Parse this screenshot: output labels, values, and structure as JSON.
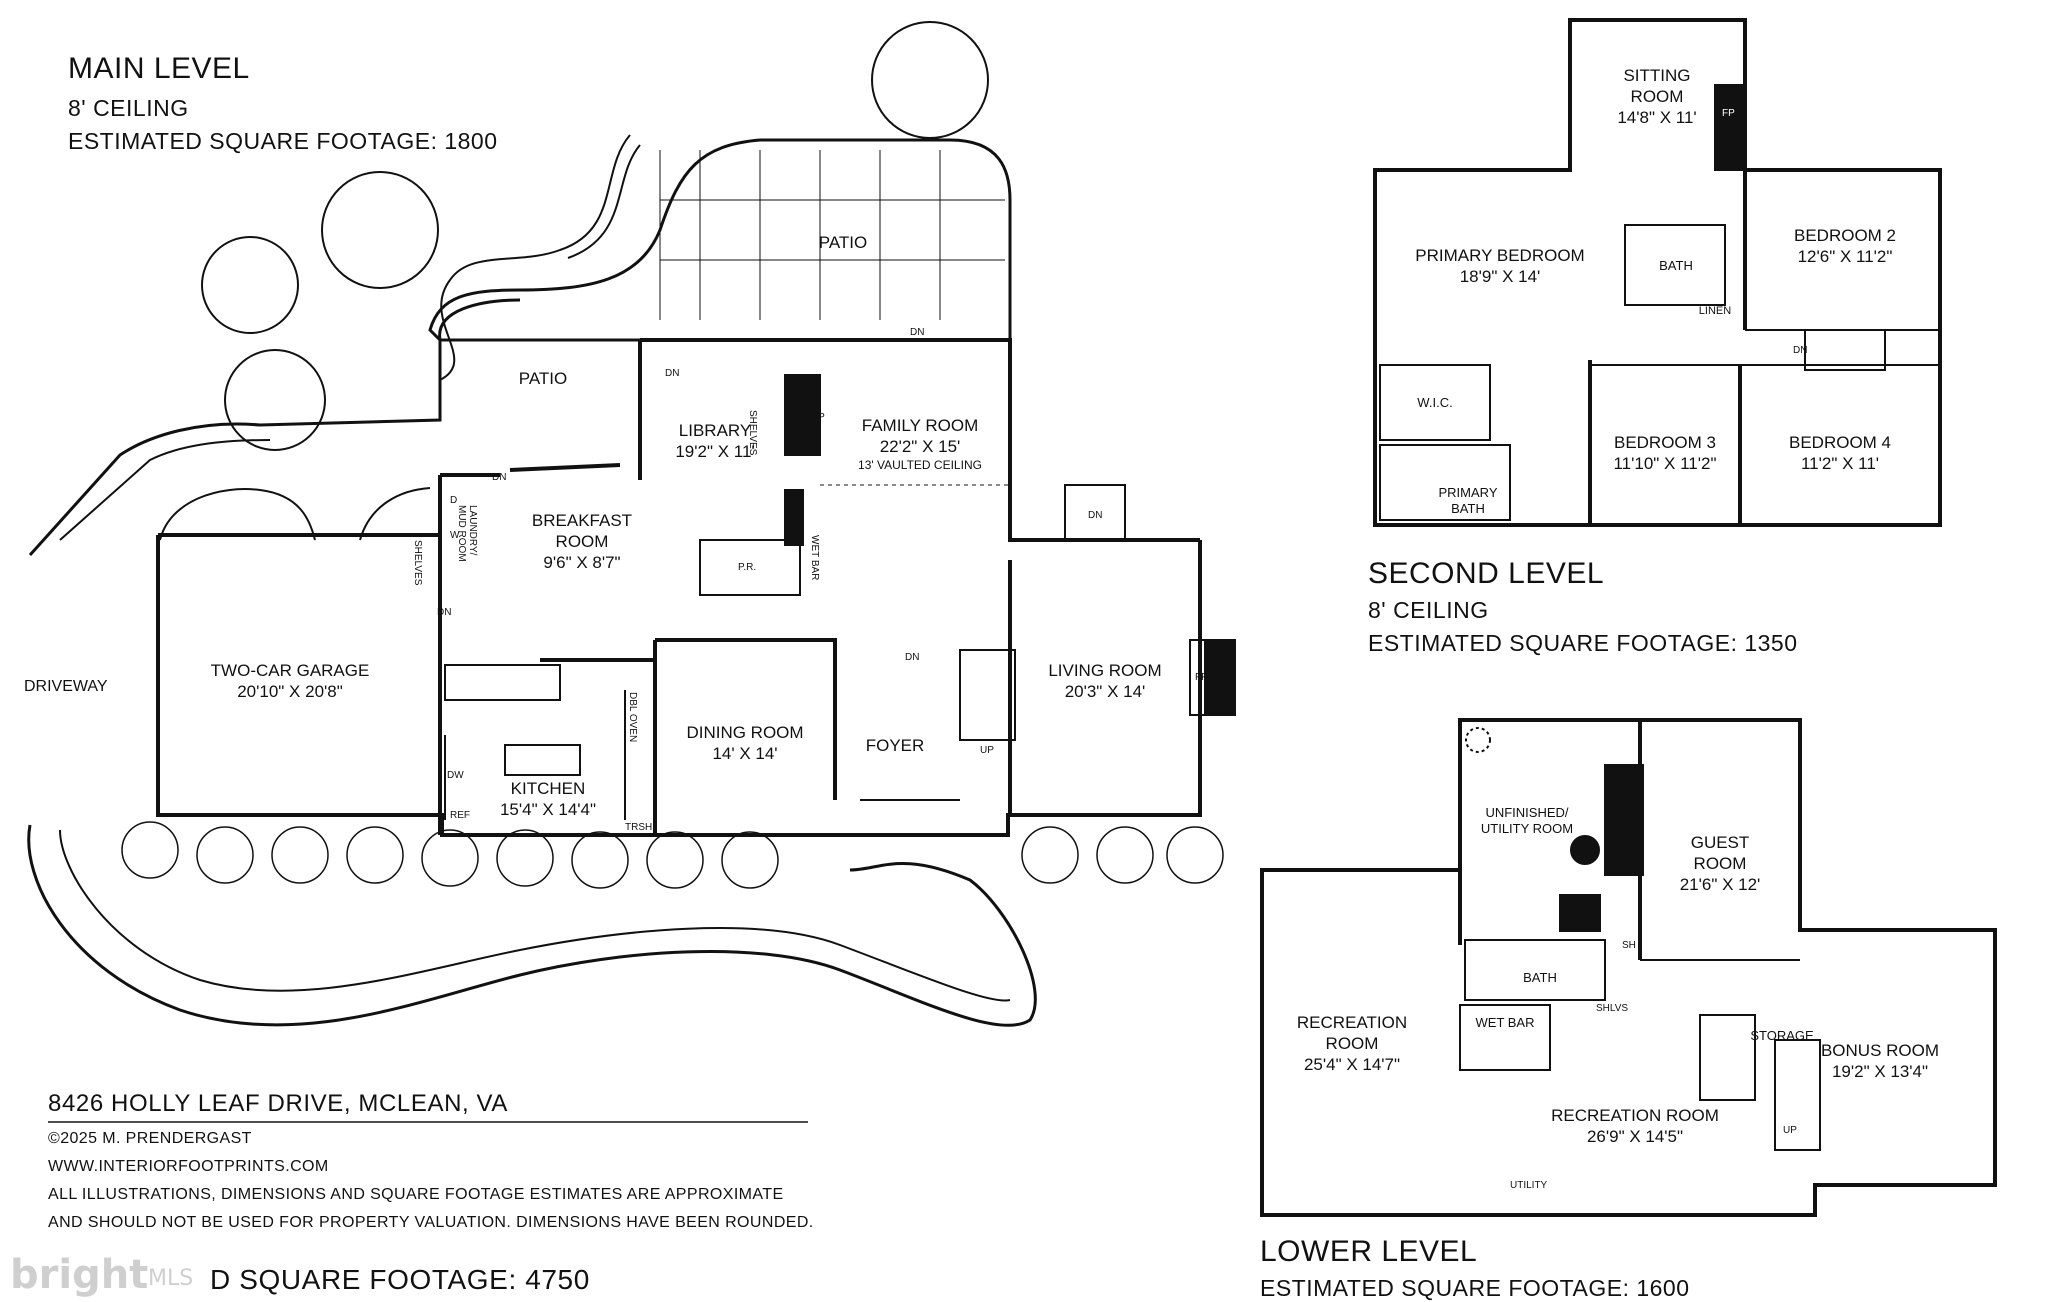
{
  "main_level": {
    "title": "MAIN LEVEL",
    "ceiling": "8' CEILING",
    "sqft": "ESTIMATED SQUARE FOOTAGE: 1800",
    "rooms": {
      "patio_top": "PATIO",
      "patio_left": "PATIO",
      "library_name": "LIBRARY",
      "library_dim": "19'2\" X 11'",
      "family_name": "FAMILY ROOM",
      "family_dim": "22'2\" X 15'",
      "family_note": "13' VAULTED CEILING",
      "breakfast_name": "BREAKFAST",
      "breakfast_name2": "ROOM",
      "breakfast_dim": "9'6\" X 8'7\"",
      "garage_name": "TWO-CAR GARAGE",
      "garage_dim": "20'10\" X 20'8\"",
      "driveway": "DRIVEWAY",
      "dining_name": "DINING ROOM",
      "dining_dim": "14' X 14'",
      "foyer": "FOYER",
      "living_name": "LIVING ROOM",
      "living_dim": "20'3\" X 14'",
      "kitchen_name": "KITCHEN",
      "kitchen_dim": "15'4\" X 14'4\""
    },
    "fixtures": {
      "shelves": "SHELVES",
      "fp": "FP",
      "wet_bar": "WET BAR",
      "pr": "P.R.",
      "laundry": "LAUNDRY/ MUD ROOM",
      "dn": "DN",
      "up": "UP",
      "dbl_oven": "DBL OVEN",
      "ref": "REF",
      "dw": "DW",
      "trsh": "TRSH",
      "d": "D",
      "w": "W"
    }
  },
  "second_level": {
    "title": "SECOND LEVEL",
    "ceiling": "8' CEILING",
    "sqft": "ESTIMATED SQUARE FOOTAGE: 1350",
    "rooms": {
      "sitting_name": "SITTING",
      "sitting_name2": "ROOM",
      "sitting_dim": "14'8\" X 11'",
      "primary_name": "PRIMARY BEDROOM",
      "primary_dim": "18'9\" X 14'",
      "bed2_name": "BEDROOM 2",
      "bed2_dim": "12'6\" X 11'2\"",
      "bath": "BATH",
      "linen": "LINEN",
      "wic": "W.I.C.",
      "bed3_name": "BEDROOM 3",
      "bed3_dim": "11'10\" X 11'2\"",
      "bed4_name": "BEDROOM 4",
      "bed4_dim": "11'2\" X 11'",
      "primary_bath": "PRIMARY",
      "primary_bath2": "BATH",
      "fp": "FP",
      "dn": "DN"
    }
  },
  "lower_level": {
    "title": "LOWER LEVEL",
    "sqft": "ESTIMATED SQUARE FOOTAGE: 1600",
    "rooms": {
      "unfinished_name": "UNFINISHED/",
      "unfinished_name2": "UTILITY ROOM",
      "guest_name": "GUEST",
      "guest_name2": "ROOM",
      "guest_dim": "21'6\" X 12'",
      "rec1_name": "RECREATION",
      "rec1_name2": "ROOM",
      "rec1_dim": "25'4\" X 14'7\"",
      "bath": "BATH",
      "wet_bar": "WET BAR",
      "shlvs": "SHLVS",
      "sh": "SH",
      "storage": "STORAGE",
      "bonus_name": "BONUS ROOM",
      "bonus_dim": "19'2\" X 13'4\"",
      "rec2_name": "RECREATION ROOM",
      "rec2_dim": "26'9\" X 14'5\"",
      "utility": "UTILITY",
      "up": "UP"
    }
  },
  "footer": {
    "address": "8426 HOLLY LEAF DRIVE, MCLEAN, VA",
    "copyright": "©2025 M. PRENDERGAST",
    "website": "WWW.INTERIORFOOTPRINTS.COM",
    "disclaimer1": "ALL ILLUSTRATIONS, DIMENSIONS AND SQUARE FOOTAGE ESTIMATES ARE APPROXIMATE",
    "disclaimer2": "AND  SHOULD NOT BE USED FOR PROPERTY VALUATION. DIMENSIONS HAVE BEEN ROUNDED.",
    "total_sqft_visible": "D SQUARE FOOTAGE: 4750"
  },
  "watermark": {
    "brand": "bright",
    "suffix": "MLS"
  }
}
